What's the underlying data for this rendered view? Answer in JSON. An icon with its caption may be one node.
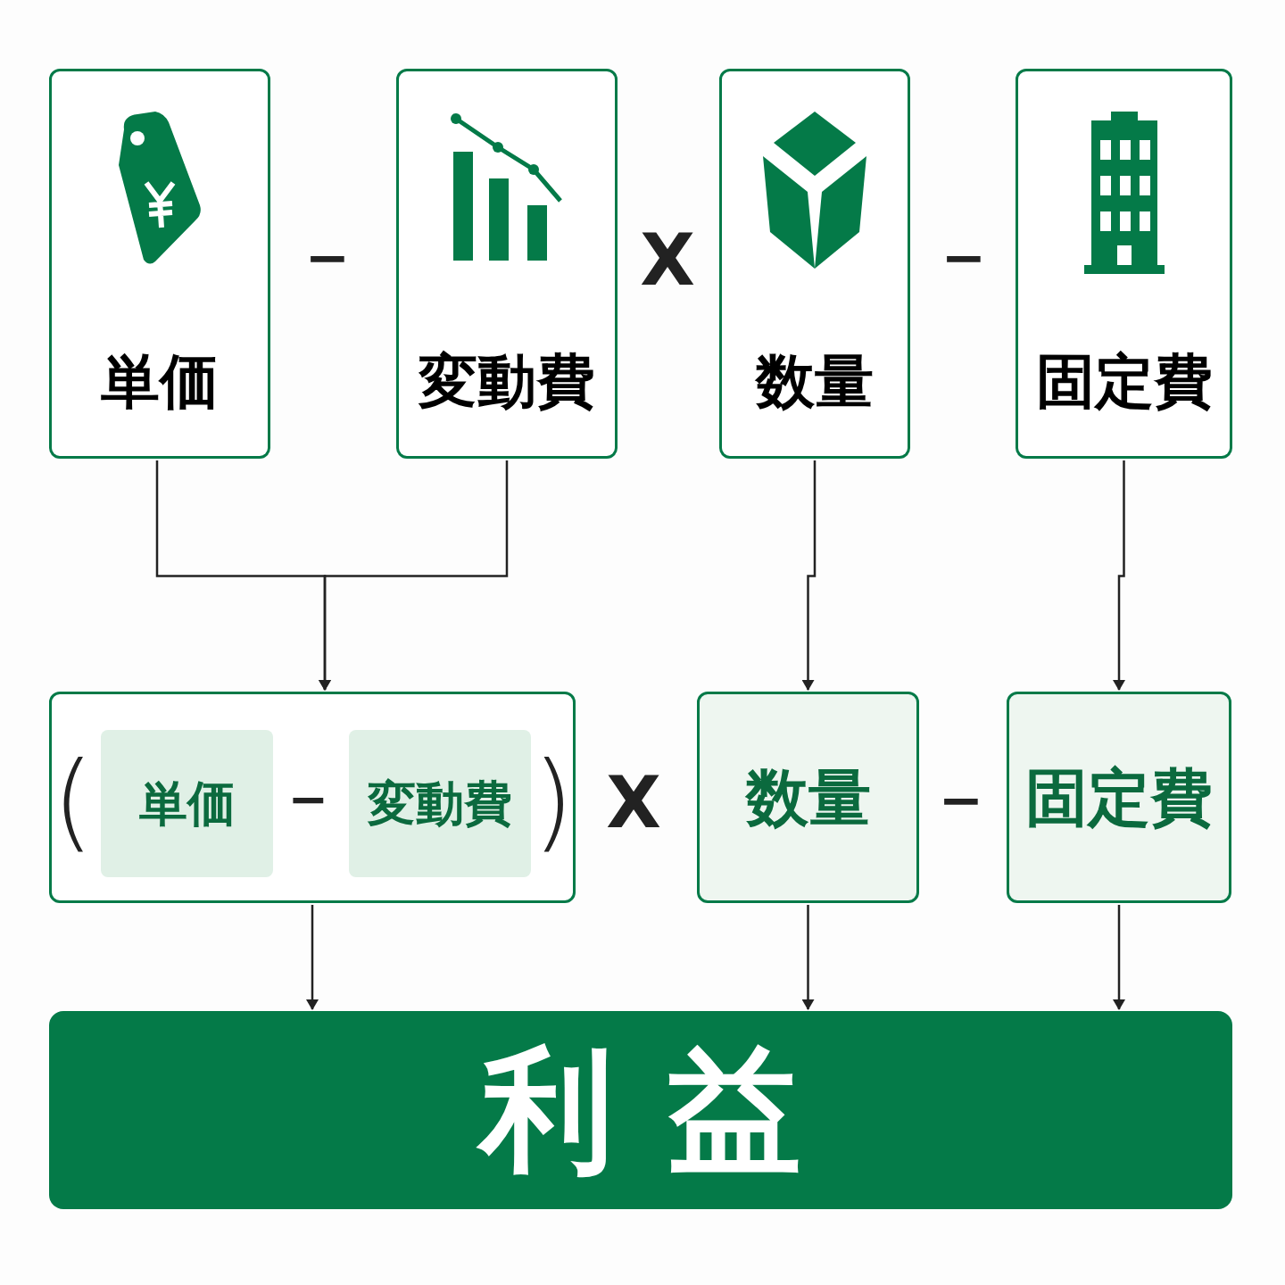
{
  "diagram": {
    "nodes": [
      {
        "text": [
          "単価"
        ]
      },
      {
        "text": [
          "変動費"
        ]
      },
      {
        "text": [
          "数量"
        ]
      },
      {
        "text": [
          "固定費"
        ]
      },
      {
        "text": [],
        "shape": "box"
      },
      {
        "text": [
          "単価"
        ],
        "in": 4
      },
      {
        "text": [
          "変動費"
        ],
        "in": 4
      },
      {
        "text": [
          "数量"
        ]
      },
      {
        "text": [
          "固定費"
        ]
      },
      {
        "text": [
          "利益"
        ]
      }
    ],
    "edges": [
      {
        "from": 0,
        "to": 4,
        "arrow": "to"
      },
      {
        "from": 1,
        "to": 4,
        "arrow": "to"
      },
      {
        "from": 2,
        "to": 7,
        "arrow": "to"
      },
      {
        "from": 3,
        "to": 8,
        "arrow": "to"
      },
      {
        "from": 4,
        "to": 9,
        "arrow": "to"
      },
      {
        "from": 7,
        "to": 9,
        "arrow": "to"
      },
      {
        "from": 8,
        "to": 9,
        "arrow": "to"
      }
    ],
    "labels": [
      "−",
      "X",
      "−",
      "(",
      "−",
      ")",
      "X",
      "−"
    ]
  }
}
